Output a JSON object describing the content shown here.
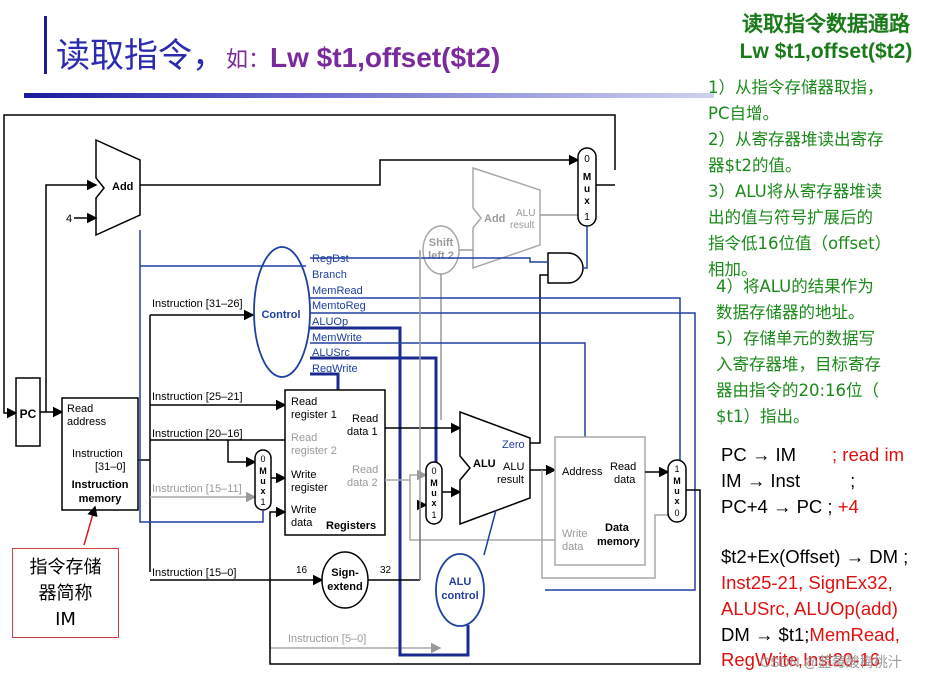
{
  "title": {
    "main": "读取指令，",
    "eg": "如：",
    "instr": "Lw $t1,offset($t2)"
  },
  "right_title": {
    "line1": "读取指令数据通路",
    "line2": "Lw $t1,offset($t2)"
  },
  "steps": [
    "1）从指令存储器取指，",
    "PC自增。",
    "2）从寄存器堆读出寄存",
    "器$t2的值。",
    "3）ALU将从寄存器堆读",
    "出的值与符号扩展后的",
    "指令低16位值（offset）",
    "相加。",
    "4）将ALU的结果作为",
    "数据存储器的地址。",
    "5）存储单元的数据写",
    "入寄存器堆，目标寄存",
    "器由指令的20:16位（",
    "$t1）指出。"
  ],
  "rtl": {
    "l1a": "PC → IM",
    "l1b": "; read im",
    "l2a": "IM → Inst",
    "l2b": ";",
    "l3a": "PC+4 → PC ; ",
    "l3b": "+4",
    "l4": "$t2+Ex(Offset) → DM ;",
    "l5": "Inst25-21, SignEx32,",
    "l6": "ALUSrc, ALUOp(add)",
    "l7a": "DM → $t1;",
    "l7b": "MemRead,",
    "l8": "RegWrite,Inst20-16"
  },
  "im_note": {
    "l1": "指令存储",
    "l2": "器简称",
    "l3": "IM"
  },
  "watermark": "CSDN @蓝莓酸梅桃汁",
  "diagram": {
    "add": "Add",
    "four": "4",
    "add_alu": "Add",
    "alu_result": "ALU\nresult",
    "shift": "Shift",
    "left2": "left 2",
    "pc": "PC",
    "read_address": "Read",
    "address": "address",
    "instruction": "Instruction",
    "inst_bits": "[31–0]",
    "imem1": "Instruction",
    "imem2": "memory",
    "control": "Control",
    "sig": [
      "RegDst",
      "Branch",
      "MemRead",
      "MemtoReg",
      "ALUOp",
      "MemWrite",
      "ALUSrc",
      "RegWrite"
    ],
    "i3126": "Instruction [31–26]",
    "i2521": "Instruction [25–21]",
    "i2016": "Instruction [20–16]",
    "i1511": "Instruction [15–11]",
    "i150": "Instruction [15–0]",
    "i50": "Instruction [5–0]",
    "rr1": "Read",
    "rr1b": "register 1",
    "rr2": "Read",
    "rr2b": "register 2",
    "wr": "Write",
    "wrb": "register",
    "wd": "Write",
    "wdb": "data",
    "registers": "Registers",
    "rd1": "Read",
    "rd1b": "data 1",
    "rd2": "Read",
    "rd2b": "data 2",
    "sign1": "Sign-",
    "sign2": "extend",
    "n16": "16",
    "n32": "32",
    "alu": "ALU",
    "zero": "Zero",
    "alu_res1": "ALU",
    "alu_res2": "result",
    "aluc1": "ALU",
    "aluc2": "control",
    "dm_addr": "Address",
    "dm_read": "Read",
    "dm_data": "data",
    "dm_wd1": "Write",
    "dm_wd2": "data",
    "dm1": "Data",
    "dm2": "memory",
    "mux": "Mux",
    "m0": "0",
    "m1": "1"
  }
}
